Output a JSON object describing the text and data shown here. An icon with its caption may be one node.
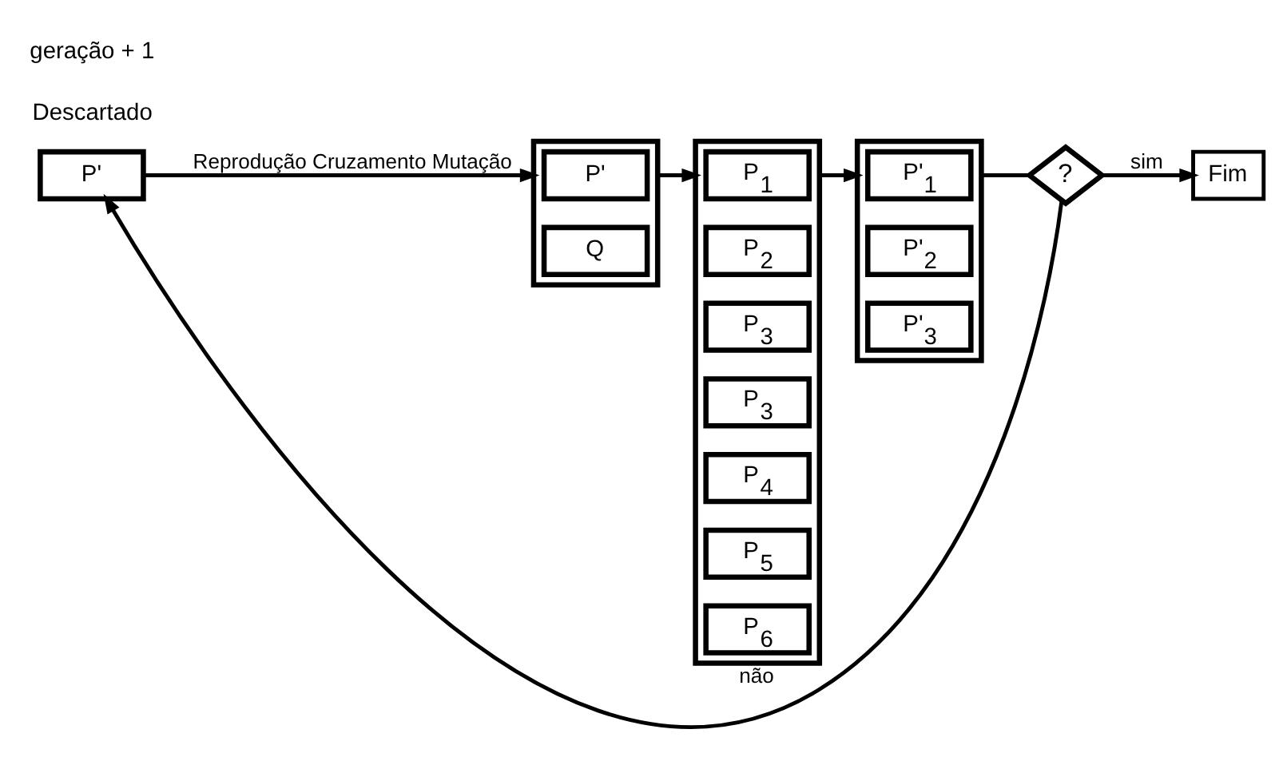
{
  "diagram": {
    "nodes": [
      {
        "text": [
          "P'"
        ]
      },
      {
        "text": [],
        "shape": "box"
      },
      {
        "text": [
          "P'"
        ],
        "in": 1
      },
      {
        "text": [
          "Q"
        ],
        "in": 1
      },
      {
        "text": [],
        "shape": "box"
      },
      {
        "text": [
          "P$_{1}$"
        ],
        "in": 4
      },
      {
        "text": [
          "P$_{2}$"
        ],
        "in": 4
      },
      {
        "text": [
          "P$_{3}$"
        ],
        "in": 4
      },
      {
        "text": [
          "P$_{3}$"
        ],
        "in": 4
      },
      {
        "text": [
          "P$_{4}$"
        ],
        "in": 4
      },
      {
        "text": [
          "P$_{5}$"
        ],
        "in": 4
      },
      {
        "text": [
          "P$_{6}$"
        ],
        "in": 4
      },
      {
        "text": [],
        "shape": "box"
      },
      {
        "text": [
          "P'$_{1}$"
        ],
        "in": 12
      },
      {
        "text": [
          "P'$_{2}$"
        ],
        "in": 12
      },
      {
        "text": [
          "P'$_{3}$"
        ],
        "in": 12
      },
      {
        "text": [
          "?"
        ]
      },
      {
        "text": [
          "Fim"
        ]
      }
    ],
    "edges": [
      {
        "from": 0,
        "to": 1,
        "arrow": "to",
        "label": "Reprodução Cruzamento Mutação"
      },
      {
        "from": 1,
        "to": 4,
        "arrow": "to"
      },
      {
        "from": 4,
        "to": 12,
        "arrow": "to"
      },
      {
        "from": 12,
        "to": 16,
        "arrow": "none"
      },
      {
        "from": 16,
        "to": 17,
        "arrow": "to",
        "label": "sim"
      },
      {
        "from": 16,
        "to": 0,
        "arrow": "to",
        "label": "não"
      }
    ],
    "labels": [
      "Descartado",
      "geração + 1"
    ]
  }
}
